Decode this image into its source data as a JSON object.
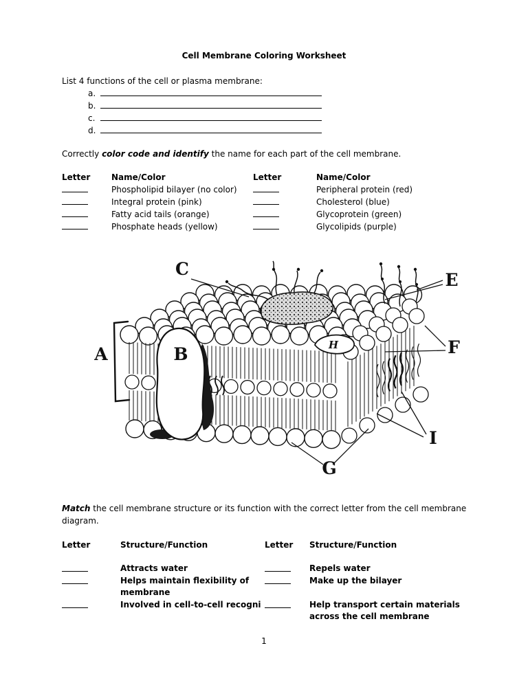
{
  "title": "Cell Membrane Coloring Worksheet",
  "functions": {
    "prompt": "List 4 functions of the cell or plasma membrane:",
    "labels": [
      "a.",
      "b.",
      "c.",
      "d."
    ]
  },
  "colorcode": {
    "prefix": "Correctly ",
    "emphasis": "color code and identify",
    "suffix": " the name for each part of the cell membrane.",
    "table": {
      "letter_header": "Letter",
      "name_header": "Name/Color",
      "left": [
        "Phospholipid bilayer (no color)",
        "Integral protein (pink)",
        "Fatty acid tails (orange)",
        "Phosphate heads (yellow)"
      ],
      "right": [
        "Peripheral protein (red)",
        "Cholesterol (blue)",
        "Glycoprotein (green)",
        "Glycolipids (purple)"
      ]
    }
  },
  "diagram": {
    "labels": {
      "a": "A",
      "b": "B",
      "c": "C",
      "e": "E",
      "f": "F",
      "g": "G",
      "h": "H",
      "i": "I"
    }
  },
  "match": {
    "emphasis": "Match",
    "suffix": " the cell membrane structure or its function with the correct letter from the cell membrane diagram.",
    "table": {
      "letter_header": "Letter",
      "sf_header": "Structure/Function",
      "left": [
        "Attracts water",
        "Helps maintain flexibility of membrane",
        "Involved in cell-to-cell recogni"
      ],
      "right": [
        "Repels water",
        "Make up the bilayer",
        "Help transport certain materials across the cell membrane"
      ]
    }
  },
  "page_number": "1"
}
